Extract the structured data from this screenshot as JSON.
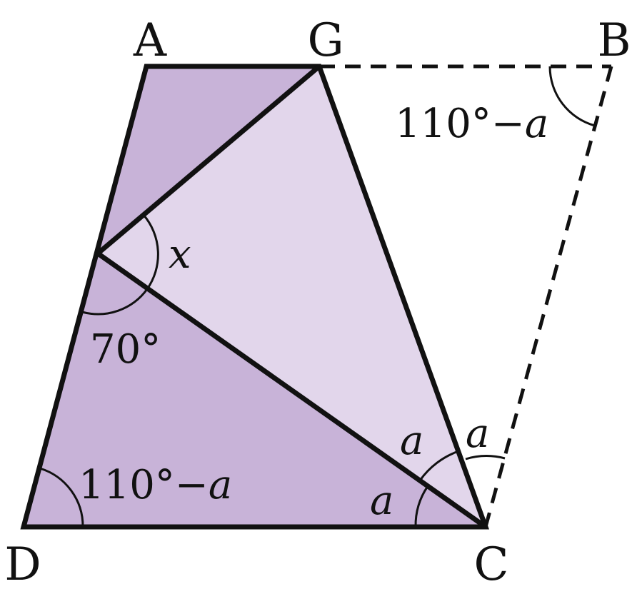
{
  "colors": {
    "dark_fill": "#C8B3D8",
    "light_fill": "#E2D6EB",
    "stroke": "#111111"
  },
  "points": {
    "A": "A",
    "G": "G",
    "B": "B",
    "C": "C",
    "D": "D"
  },
  "angles": {
    "at_D": {
      "number": "110°",
      "dash": "−",
      "var": "a"
    },
    "at_B": {
      "number": "110°",
      "dash": "−",
      "var": "a"
    },
    "x": "x",
    "seventy": "70°",
    "c_lower": "a",
    "c_middle": "a",
    "c_upper": "a"
  }
}
